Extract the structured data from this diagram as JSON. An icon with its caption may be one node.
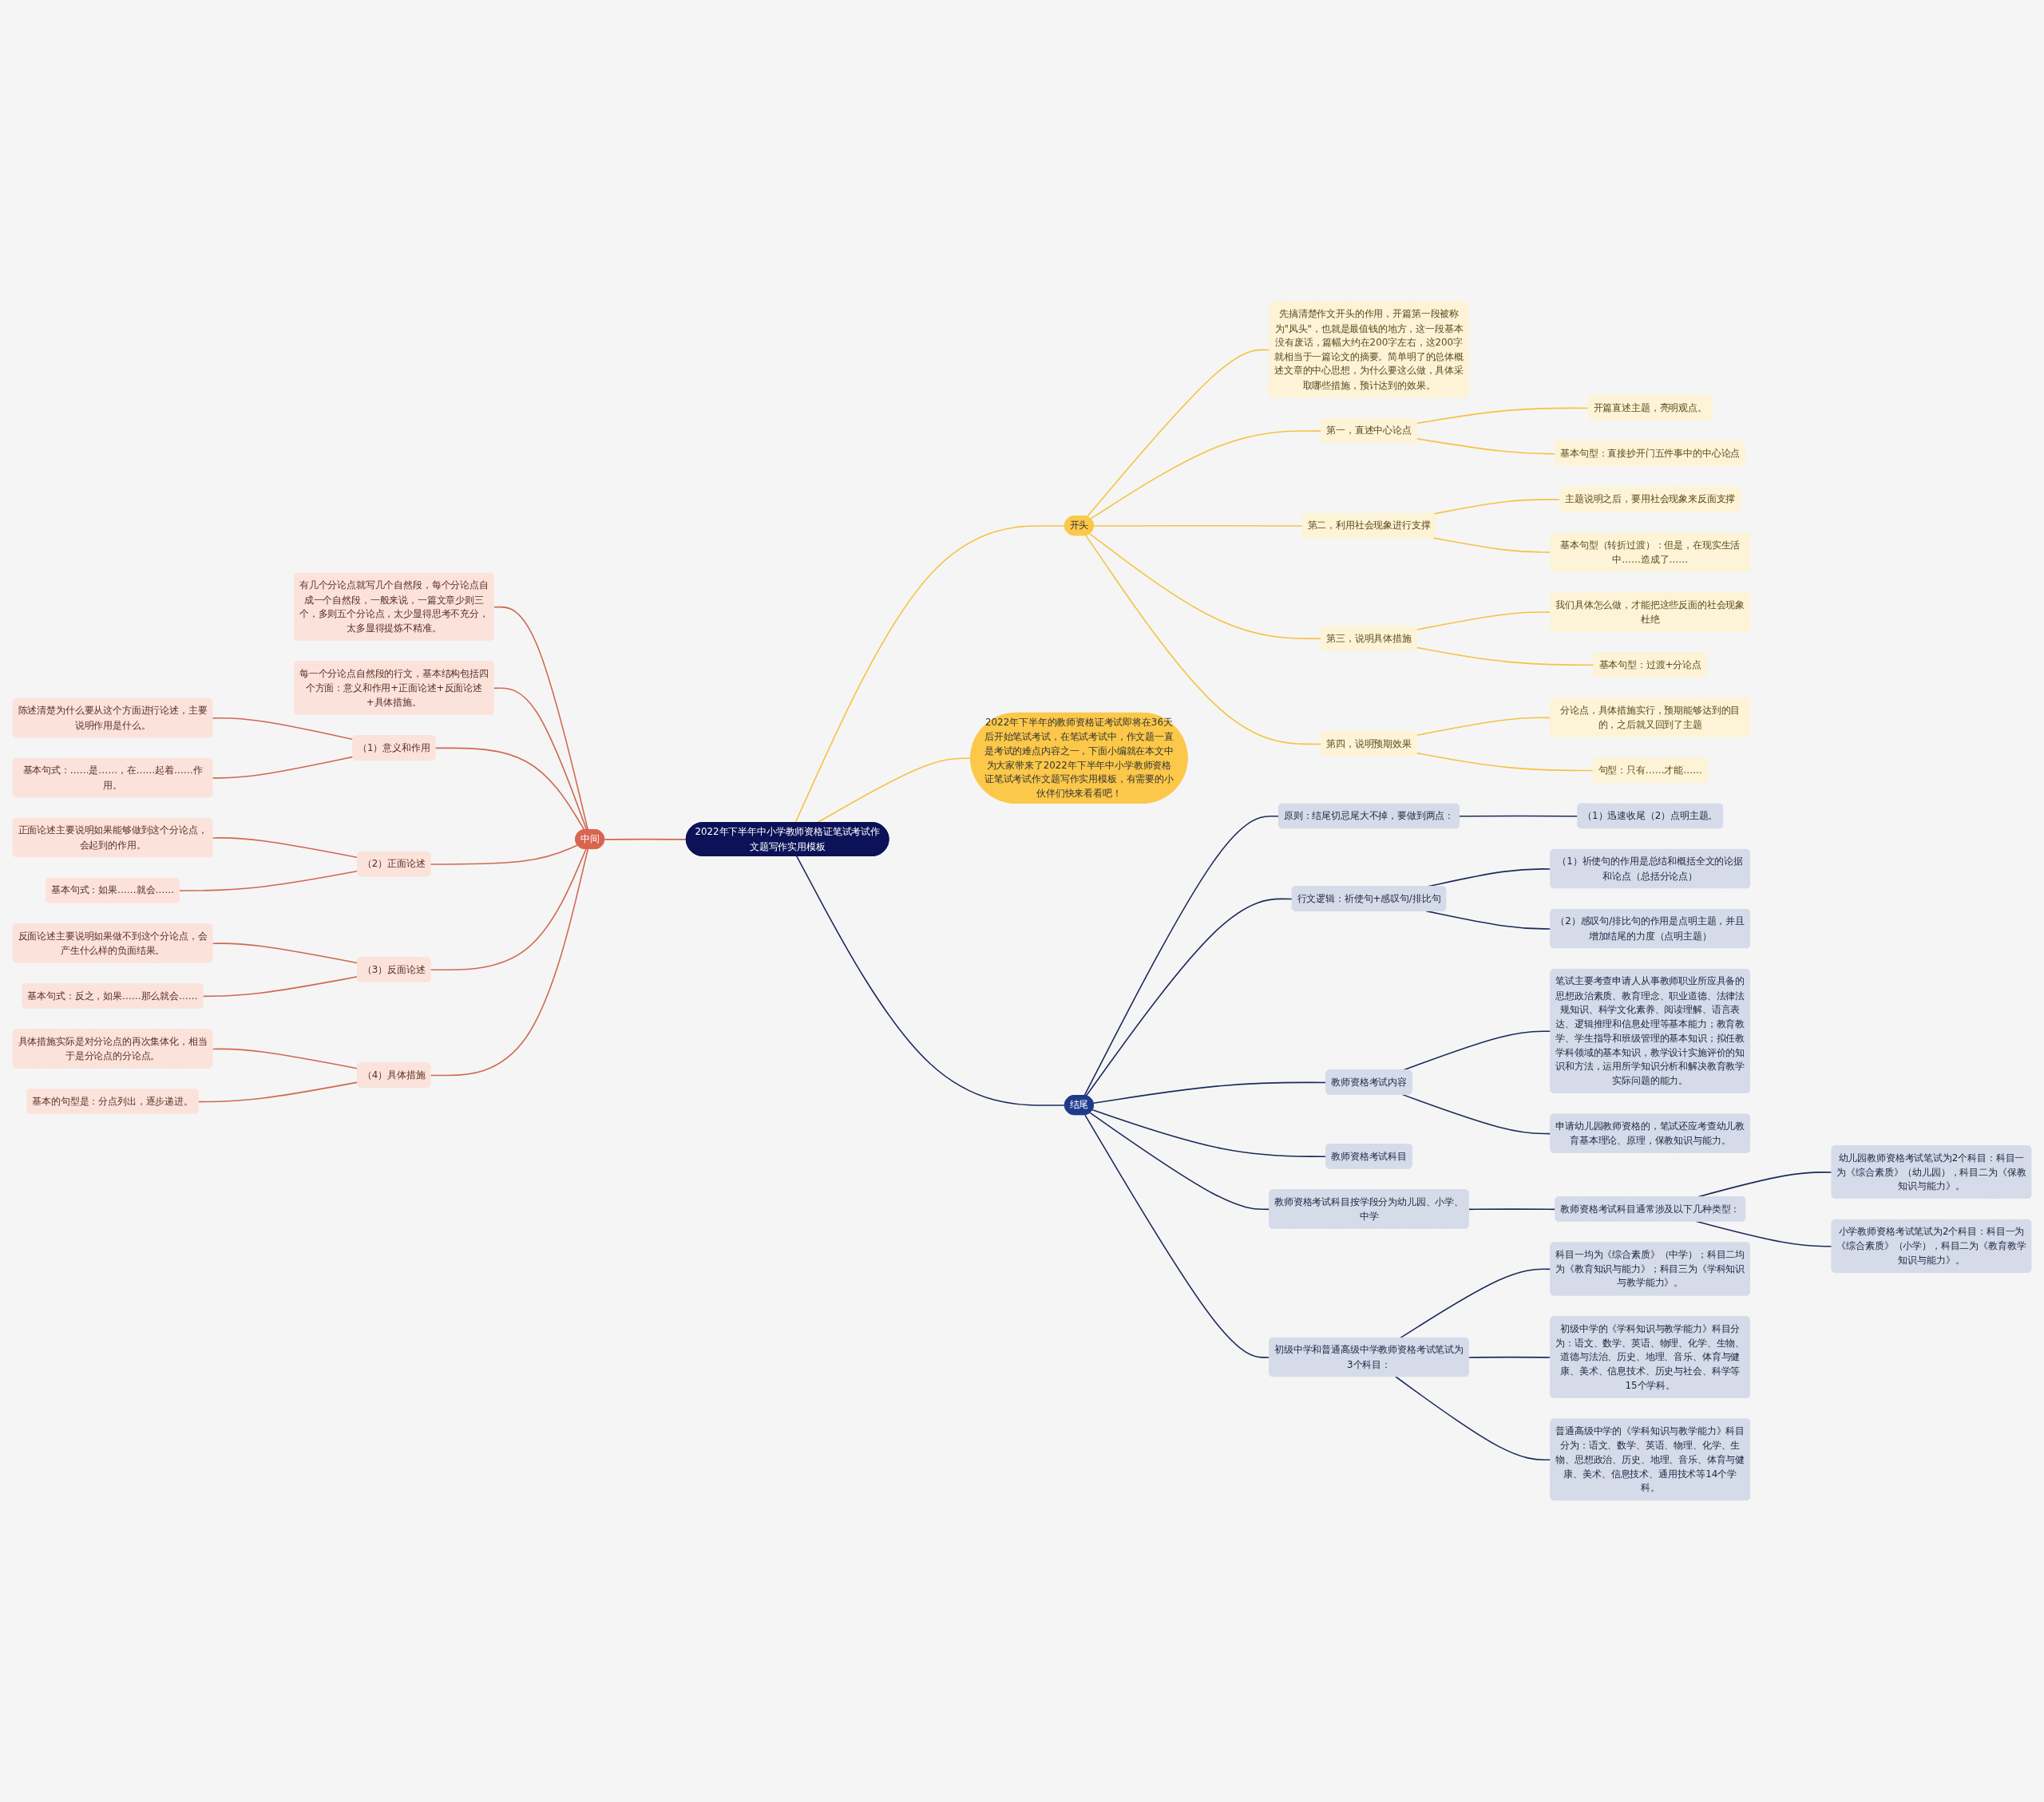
{
  "diagram": {
    "nodes": [
      {
        "text": [
          "2022年下半年中小学教师资格证笔试考试作文题写作实用模板"
        ]
      },
      {
        "text": [
          "开头"
        ]
      },
      {
        "text": [
          "先搞清楚作文开头的作用，开篇第一段被称为\"凤头\"，也就是最值钱的地方，这一段基本没有废话，篇幅大约在200字左右，这200字就相当于一篇论文的摘要。简单明了的总体概述文章的中心思想，为什么要这么做，具体采取哪些措施，预计达到的效果。"
        ]
      },
      {
        "text": [
          "第一，直述中心论点"
        ]
      },
      {
        "text": [
          "开篇直述主题，亮明观点。"
        ]
      },
      {
        "text": [
          "基本句型：直接抄开门五件事中的中心论点"
        ]
      },
      {
        "text": [
          "第二，利用社会现象进行支撑"
        ]
      },
      {
        "text": [
          "主题说明之后，要用社会现象来反面支撑"
        ]
      },
      {
        "text": [
          "基本句型（转折过渡）：但是，在现实生活中……造成了……"
        ]
      },
      {
        "text": [
          "第三，说明具体措施"
        ]
      },
      {
        "text": [
          "我们具体怎么做，才能把这些反面的社会现象杜绝"
        ]
      },
      {
        "text": [
          "基本句型：过渡+分论点"
        ]
      },
      {
        "text": [
          "第四，说明预期效果"
        ]
      },
      {
        "text": [
          "分论点，具体措施实行，预期能够达到的目的，之后就又回到了主题"
        ]
      },
      {
        "text": [
          "句型：只有……才能……"
        ]
      },
      {
        "text": [
          "2022年下半年的教师资格证考试即将在36天后开始笔试考试，在笔试考试中，作文题一直是考试的难点内容之一，下面小编就在本文中为大家带来了2022年下半年中小学教师资格证笔试考试作文题写作实用模板，有需要的小伙伴们快来看看吧！"
        ]
      },
      {
        "text": [
          "中间"
        ]
      },
      {
        "text": [
          "有几个分论点就写几个自然段，每个分论点自成一个自然段，一般来说，一篇文章少则三个，多则五个分论点，太少显得思考不充分，太多显得提炼不精准。"
        ]
      },
      {
        "text": [
          "每一个分论点自然段的行文，基本结构包括四个方面：意义和作用+正面论述+反面论述+具体措施。"
        ]
      },
      {
        "text": [
          "（1）意义和作用"
        ]
      },
      {
        "text": [
          "陈述清楚为什么要从这个方面进行论述，主要说明作用是什么。"
        ]
      },
      {
        "text": [
          "基本句式：……是……，在……起着……作用。"
        ]
      },
      {
        "text": [
          "（2）正面论述"
        ]
      },
      {
        "text": [
          "正面论述主要说明如果能够做到这个分论点，会起到的作用。"
        ]
      },
      {
        "text": [
          "基本句式：如果……就会……"
        ]
      },
      {
        "text": [
          "（3）反面论述"
        ]
      },
      {
        "text": [
          "反面论述主要说明如果做不到这个分论点，会产生什么样的负面结果。"
        ]
      },
      {
        "text": [
          "基本句式：反之，如果……那么就会……"
        ]
      },
      {
        "text": [
          "（4）具体措施"
        ]
      },
      {
        "text": [
          "具体措施实际是对分论点的再次集体化，相当于是分论点的分论点。"
        ]
      },
      {
        "text": [
          "基本的句型是：分点列出，逐步递进。"
        ]
      },
      {
        "text": [
          "结尾"
        ]
      },
      {
        "text": [
          "原则：结尾切忌尾大不掉，要做到两点："
        ]
      },
      {
        "text": [
          "（1）迅速收尾（2）点明主题。"
        ]
      },
      {
        "text": [
          "行文逻辑：祈使句+感叹句/排比句"
        ]
      },
      {
        "text": [
          "（1）祈使句的作用是总结和概括全文的论据和论点（总括分论点）"
        ]
      },
      {
        "text": [
          "（2）感叹句/排比句的作用是点明主题，并且增加结尾的力度（点明主题）"
        ]
      },
      {
        "text": [
          "教师资格考试内容"
        ]
      },
      {
        "text": [
          "笔试主要考查申请人从事教师职业所应具备的思想政治素质、教育理念、职业道德、法律法规知识、科学文化素养、阅读理解、语言表达、逻辑推理和信息处理等基本能力；教育教学、学生指导和班级管理的基本知识；拟任教学科领域的基本知识，教学设计实施评价的知识和方法，运用所学知识分析和解决教育教学实际问题的能力。"
        ]
      },
      {
        "text": [
          "申请幼儿园教师资格的，笔试还应考查幼儿教育基本理论、原理，保教知识与能力。"
        ]
      },
      {
        "text": [
          "教师资格考试科目"
        ]
      },
      {
        "text": [
          "教师资格考试科目按学段分为幼儿园、小学、中学"
        ]
      },
      {
        "text": [
          "教师资格考试科目通常涉及以下几种类型："
        ]
      },
      {
        "text": [
          "幼儿园教师资格考试笔试为2个科目：科目一为《综合素质》（幼儿园），科目二为《保教知识与能力》。"
        ]
      },
      {
        "text": [
          "小学教师资格考试笔试为2个科目：科目一为《综合素质》（小学），科目二为《教育教学知识与能力》。"
        ]
      },
      {
        "text": [
          "初级中学和普通高级中学教师资格考试笔试为3个科目："
        ]
      },
      {
        "text": [
          "科目一均为《综合素质》（中学）；科目二均为《教育知识与能力》；科目三为《学科知识与教学能力》。"
        ]
      },
      {
        "text": [
          "初级中学的《学科知识与教学能力》科目分为：语文、数学、英语、物理、化学、生物、道德与法治、历史、地理、音乐、体育与健康、美术、信息技术、历史与社会、科学等15个学科。"
        ]
      },
      {
        "text": [
          "普通高级中学的《学科知识与教学能力》科目分为：语文、数学、英语、物理、化学、生物、思想政治、历史、地理、音乐、体育与健康、美术、信息技术、通用技术等14个学科。"
        ]
      }
    ],
    "edges": [
      {
        "from": 0,
        "to": 1,
        "arrow": "none",
        "color": "#f5c242"
      },
      {
        "from": 1,
        "to": 2,
        "arrow": "none",
        "color": "#f5c242"
      },
      {
        "from": 1,
        "to": 3,
        "arrow": "none",
        "color": "#f5c242"
      },
      {
        "from": 3,
        "to": 4,
        "arrow": "none",
        "color": "#f5c242"
      },
      {
        "from": 3,
        "to": 5,
        "arrow": "none",
        "color": "#f5c242"
      },
      {
        "from": 1,
        "to": 6,
        "arrow": "none",
        "color": "#f5c242"
      },
      {
        "from": 6,
        "to": 7,
        "arrow": "none",
        "color": "#f5c242"
      },
      {
        "from": 6,
        "to": 8,
        "arrow": "none",
        "color": "#f5c242"
      },
      {
        "from": 1,
        "to": 9,
        "arrow": "none",
        "color": "#f5c242"
      },
      {
        "from": 9,
        "to": 10,
        "arrow": "none",
        "color": "#f5c242"
      },
      {
        "from": 9,
        "to": 11,
        "arrow": "none",
        "color": "#f5c242"
      },
      {
        "from": 1,
        "to": 12,
        "arrow": "none",
        "color": "#f5c242"
      },
      {
        "from": 12,
        "to": 13,
        "arrow": "none",
        "color": "#f5c242"
      },
      {
        "from": 12,
        "to": 14,
        "arrow": "none",
        "color": "#f5c242"
      },
      {
        "from": 0,
        "to": 15,
        "arrow": "none",
        "color": "#f5c242"
      },
      {
        "from": 0,
        "to": 16,
        "arrow": "none",
        "color": "#d0684f"
      },
      {
        "from": 16,
        "to": 17,
        "arrow": "none",
        "color": "#d0684f"
      },
      {
        "from": 16,
        "to": 18,
        "arrow": "none",
        "color": "#d0684f"
      },
      {
        "from": 16,
        "to": 19,
        "arrow": "none",
        "color": "#d0684f"
      },
      {
        "from": 19,
        "to": 20,
        "arrow": "none",
        "color": "#d0684f"
      },
      {
        "from": 19,
        "to": 21,
        "arrow": "none",
        "color": "#d0684f"
      },
      {
        "from": 16,
        "to": 22,
        "arrow": "none",
        "color": "#d0684f"
      },
      {
        "from": 22,
        "to": 23,
        "arrow": "none",
        "color": "#d0684f"
      },
      {
        "from": 22,
        "to": 24,
        "arrow": "none",
        "color": "#d0684f"
      },
      {
        "from": 16,
        "to": 25,
        "arrow": "none",
        "color": "#d0684f"
      },
      {
        "from": 25,
        "to": 26,
        "arrow": "none",
        "color": "#d0684f"
      },
      {
        "from": 25,
        "to": 27,
        "arrow": "none",
        "color": "#d0684f"
      },
      {
        "from": 16,
        "to": 28,
        "arrow": "none",
        "color": "#d0684f"
      },
      {
        "from": 28,
        "to": 29,
        "arrow": "none",
        "color": "#d0684f"
      },
      {
        "from": 28,
        "to": 30,
        "arrow": "none",
        "color": "#d0684f"
      },
      {
        "from": 0,
        "to": 31,
        "arrow": "none"
      },
      {
        "from": 31,
        "to": 32,
        "arrow": "none"
      },
      {
        "from": 32,
        "to": 33,
        "arrow": "none"
      },
      {
        "from": 31,
        "to": 34,
        "arrow": "none"
      },
      {
        "from": 34,
        "to": 35,
        "arrow": "none"
      },
      {
        "from": 34,
        "to": 36,
        "arrow": "none"
      },
      {
        "from": 31,
        "to": 37,
        "arrow": "none"
      },
      {
        "from": 37,
        "to": 38,
        "arrow": "none"
      },
      {
        "from": 37,
        "to": 39,
        "arrow": "none"
      },
      {
        "from": 31,
        "to": 40,
        "arrow": "none"
      },
      {
        "from": 31,
        "to": 41,
        "arrow": "none"
      },
      {
        "from": 41,
        "to": 42,
        "arrow": "none"
      },
      {
        "from": 42,
        "to": 43,
        "arrow": "none"
      },
      {
        "from": 42,
        "to": 44,
        "arrow": "none"
      },
      {
        "from": 31,
        "to": 45,
        "arrow": "none"
      },
      {
        "from": 45,
        "to": 46,
        "arrow": "none"
      },
      {
        "from": 45,
        "to": 47,
        "arrow": "none"
      },
      {
        "from": 45,
        "to": 48,
        "arrow": "none"
      }
    ]
  }
}
